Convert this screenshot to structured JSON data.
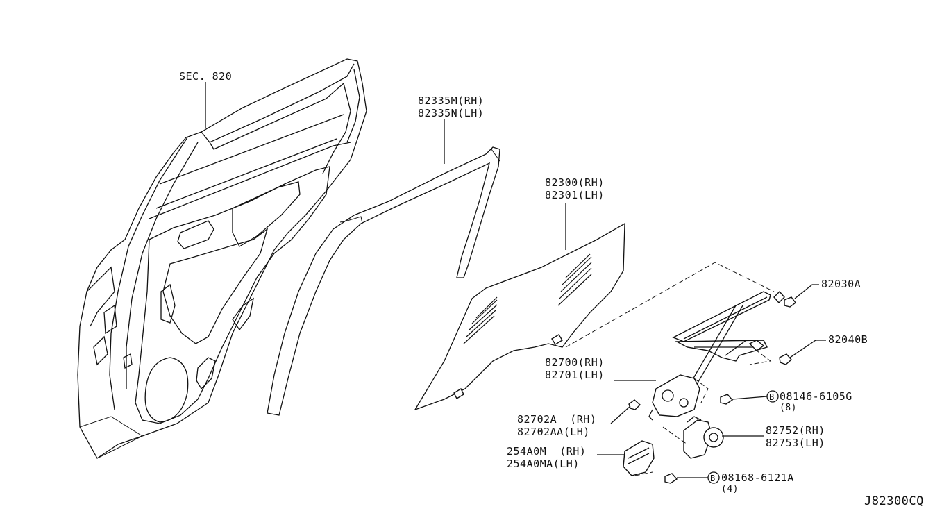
{
  "diagram_code": "J82300CQ",
  "labels": {
    "sec_820": "SEC. 820",
    "sash_rh": "82335M(RH)",
    "sash_lh": "82335N(LH)",
    "glass_rh": "82300(RH)",
    "glass_lh": "82301(LH)",
    "bolt_a": "82030A",
    "bolt_b": "82040B",
    "regulator_rh": "82700(RH)",
    "regulator_lh": "82701(LH)",
    "bolt_8146": "08146-6105G",
    "bolt_8146_qty": "(8)",
    "clip_rh": "82702A  (RH)",
    "clip_lh": "82702AA(LH)",
    "motor_rh": "82752(RH)",
    "motor_lh": "82753(LH)",
    "switch_rh": "254A0M  (RH)",
    "switch_lh": "254A0MA(LH)",
    "bolt_8168": "08168-6121A",
    "bolt_8168_qty": "(4)",
    "bolt_marker": "B"
  }
}
